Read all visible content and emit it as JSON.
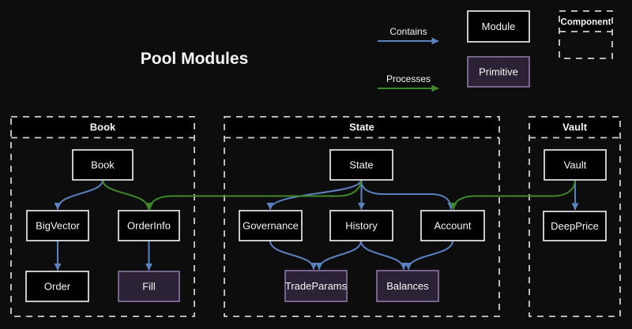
{
  "title": "Pool Modules",
  "legend": {
    "contains_label": "Contains",
    "processes_label": "Processes",
    "module_label": "Module",
    "primitive_label": "Primitive",
    "component_label": "Component"
  },
  "clusters": {
    "book": {
      "label": "Book"
    },
    "state": {
      "label": "State"
    },
    "vault": {
      "label": "Vault"
    }
  },
  "nodes": {
    "book": {
      "label": "Book",
      "type": "module",
      "cluster": "Book"
    },
    "bigvector": {
      "label": "BigVector",
      "type": "module",
      "cluster": "Book"
    },
    "orderinfo": {
      "label": "OrderInfo",
      "type": "module",
      "cluster": "Book"
    },
    "order": {
      "label": "Order",
      "type": "module",
      "cluster": "Book"
    },
    "fill": {
      "label": "Fill",
      "type": "primitive",
      "cluster": "Book"
    },
    "state": {
      "label": "State",
      "type": "module",
      "cluster": "State"
    },
    "governance": {
      "label": "Governance",
      "type": "module",
      "cluster": "State"
    },
    "history": {
      "label": "History",
      "type": "module",
      "cluster": "State"
    },
    "account": {
      "label": "Account",
      "type": "module",
      "cluster": "State"
    },
    "tradeparams": {
      "label": "TradeParams",
      "type": "primitive",
      "cluster": "State"
    },
    "balances": {
      "label": "Balances",
      "type": "primitive",
      "cluster": "State"
    },
    "vault": {
      "label": "Vault",
      "type": "module",
      "cluster": "Vault"
    },
    "deepprice": {
      "label": "DeepPrice",
      "type": "module",
      "cluster": "Vault"
    }
  },
  "edges": {
    "contains": [
      {
        "from": "Book",
        "to": "BigVector"
      },
      {
        "from": "BigVector",
        "to": "Order"
      },
      {
        "from": "OrderInfo",
        "to": "Fill"
      },
      {
        "from": "State",
        "to": "Governance"
      },
      {
        "from": "State",
        "to": "History"
      },
      {
        "from": "State",
        "to": "Account"
      },
      {
        "from": "Governance",
        "to": "TradeParams"
      },
      {
        "from": "History",
        "to": "TradeParams"
      },
      {
        "from": "History",
        "to": "Balances"
      },
      {
        "from": "Account",
        "to": "Balances"
      },
      {
        "from": "Vault",
        "to": "DeepPrice"
      }
    ],
    "processes": [
      {
        "from": "Book",
        "to": "OrderInfo"
      },
      {
        "from": "State",
        "to": "OrderInfo"
      },
      {
        "from": "Vault",
        "to": "Account"
      }
    ]
  },
  "colors": {
    "background": "#0d0d0e",
    "contains_blue": "#5a81c0",
    "processes_green": "#3f8a28",
    "module_fill": "#000000",
    "module_border": "#e6e8ea",
    "primitive_fill": "#2c2236",
    "primitive_border": "#8672a0",
    "cluster_border": "#cfcfcf",
    "cluster_title_fill": "#000000",
    "text": "#f5f5f5"
  }
}
